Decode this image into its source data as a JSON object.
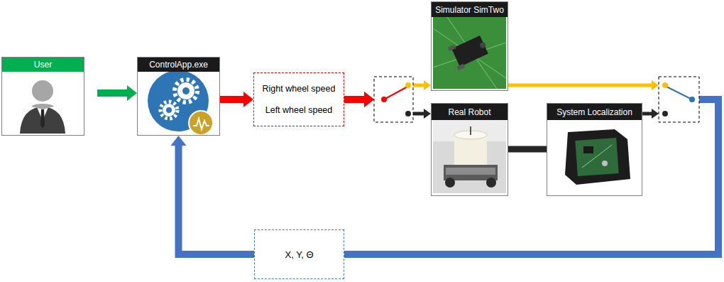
{
  "diagram": {
    "nodes": [
      {
        "text": [
          "User"
        ]
      },
      {
        "text": [
          "ControlApp.exe"
        ]
      },
      {
        "text": [
          "Right wheel speed",
          "Left wheel speed"
        ]
      },
      {
        "text": [
          "Simulator SimTwo"
        ]
      },
      {
        "text": [
          "Real Robot"
        ]
      },
      {
        "text": [
          "System Localization"
        ]
      },
      {
        "text": [
          "X, Y, Θ"
        ]
      }
    ],
    "edges": [
      {
        "from": 0,
        "to": 1,
        "arrow": "to"
      },
      {
        "from": 1,
        "to": 2,
        "arrow": "to"
      },
      {
        "from": 2,
        "to": 3,
        "arrow": "to"
      },
      {
        "from": 2,
        "to": 4,
        "arrow": "to"
      },
      {
        "from": 4,
        "to": 5,
        "arrow": "none"
      },
      {
        "from": 3,
        "to": 6,
        "arrow": "none"
      },
      {
        "from": 5,
        "to": 6,
        "arrow": "none"
      },
      {
        "from": 6,
        "to": 1,
        "arrow": "to"
      }
    ]
  }
}
